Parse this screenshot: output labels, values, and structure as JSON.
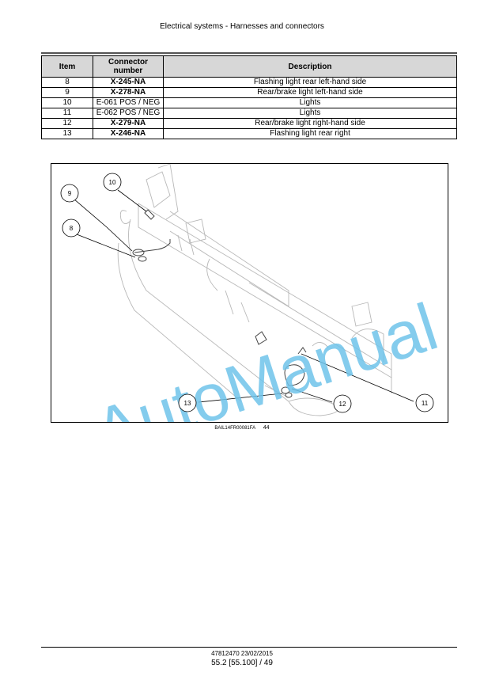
{
  "header": {
    "title": "Electrical systems - Harnesses and connectors"
  },
  "table": {
    "headers": {
      "item": "Item",
      "connector": "Connector number",
      "description": "Description"
    },
    "rows": [
      {
        "item": "8",
        "connector": "X-245-NA",
        "description": "Flashing light rear left-hand side",
        "bold": true
      },
      {
        "item": "9",
        "connector": "X-278-NA",
        "description": "Rear/brake light left-hand side",
        "bold": true
      },
      {
        "item": "10",
        "connector": "E-061 POS / NEG",
        "description": "Lights",
        "bold": false
      },
      {
        "item": "11",
        "connector": "E-062 POS / NEG",
        "description": "Lights",
        "bold": false
      },
      {
        "item": "12",
        "connector": "X-279-NA",
        "description": "Rear/brake light right-hand side",
        "bold": true
      },
      {
        "item": "13",
        "connector": "X-246-NA",
        "description": "Flashing light rear right",
        "bold": true
      }
    ]
  },
  "figure": {
    "callouts": [
      "9",
      "10",
      "8",
      "13",
      "12",
      "11"
    ],
    "watermark": "AutoManual",
    "watermark_color": "#6ec3ea",
    "image_code": "BAIL14FR00081FA",
    "figure_number": "44"
  },
  "footer": {
    "doc_code": "47812470 23/02/2015",
    "page": "55.2 [55.100] / 49"
  }
}
